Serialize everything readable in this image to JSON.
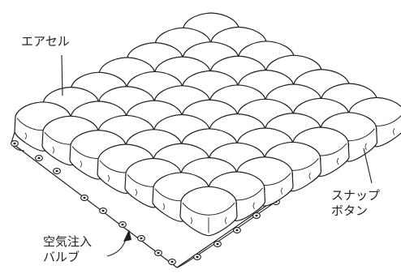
{
  "labels": {
    "air_cell": "エアセル",
    "snap_button_line1": "スナップ",
    "snap_button_line2": "ボタン",
    "air_valve_line1": "空気注入",
    "air_valve_line2": "バルブ"
  },
  "colors": {
    "ink": "#231f20",
    "cell_fill": "#ffffff",
    "background": "#ffffff"
  },
  "grid": {
    "rows": 7,
    "cols": 7
  }
}
